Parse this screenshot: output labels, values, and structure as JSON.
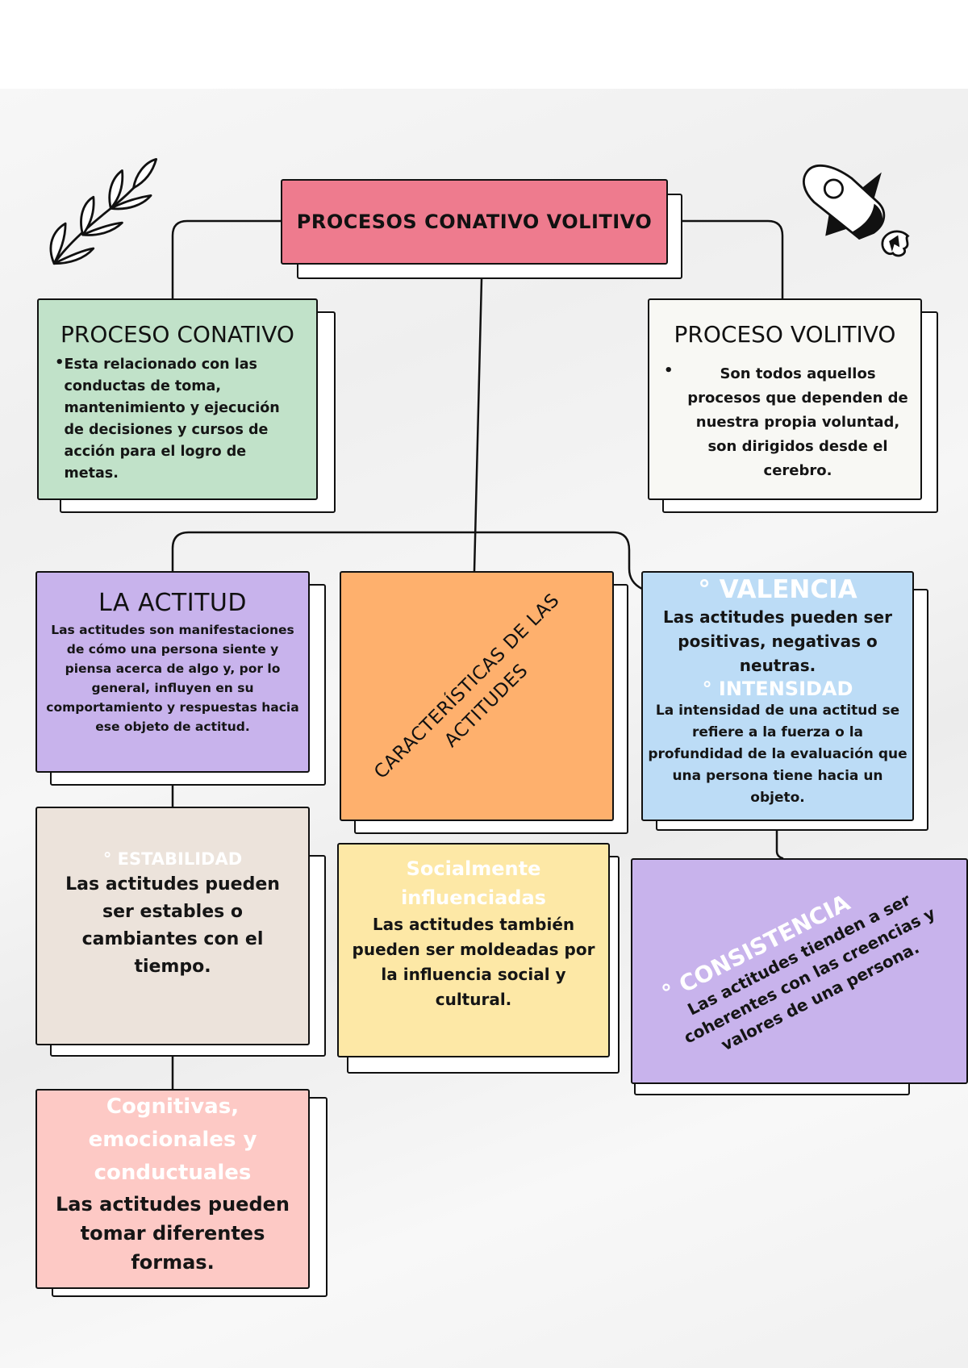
{
  "title": "PROCESOS CONATIVO VOLITIVO",
  "colors": {
    "title_box": "#ee7b8e",
    "conativo": "#c1e2c9",
    "volitivo": "#f8f8f4",
    "actitud": "#c8b3ec",
    "caracteristicas": "#feb06d",
    "valencia": "#bcdcf6",
    "estabilidad": "#ece3db",
    "social": "#fde8a6",
    "consistencia": "#c8b3ec",
    "formas": "#fdc9c5"
  },
  "conativo": {
    "heading": "PROCESO CONATIVO",
    "bullet": "•",
    "text": "Esta relacionado con las conductas de toma, mantenimiento y ejecución de decisiones y cursos de acción para el logro de metas."
  },
  "volitivo": {
    "heading": "PROCESO VOLITIVO",
    "bullet": "•",
    "text": "Son todos aquellos procesos que dependen de nuestra propia voluntad, son dirigidos desde el cerebro."
  },
  "actitud": {
    "heading": "LA ACTITUD",
    "text": "Las actitudes son manifestaciones de cómo una persona siente y piensa acerca de algo y, por lo general, influyen en su comportamiento y respuestas hacia ese objeto de actitud."
  },
  "caracteristicas": {
    "heading": "CARACTERÍSTICAS DE LAS ACTITUDES"
  },
  "valencia": {
    "heading": "° VALENCIA",
    "text": "Las actitudes pueden ser positivas, negativas o neutras.",
    "heading2": "° INTENSIDAD",
    "text2": "La intensidad de una actitud se refiere a la fuerza o la profundidad de la evaluación que una persona tiene hacia un objeto."
  },
  "estabilidad": {
    "heading": "° ESTABILIDAD",
    "text": "Las actitudes pueden ser estables o cambiantes con el tiempo."
  },
  "social": {
    "heading": "Socialmente influenciadas",
    "text": "Las actitudes también pueden ser moldeadas por la influencia social y cultural."
  },
  "consistencia": {
    "heading": "° CONSISTENCIA",
    "text": "Las actitudes tienden a ser coherentes con las creencias y valores de una persona."
  },
  "formas": {
    "heading": "Cognitivas, emocionales y conductuales",
    "text": "Las actitudes pueden tomar diferentes formas."
  },
  "decorations": {
    "left": "leaf-branch-icon",
    "right": "rocket-icon"
  }
}
